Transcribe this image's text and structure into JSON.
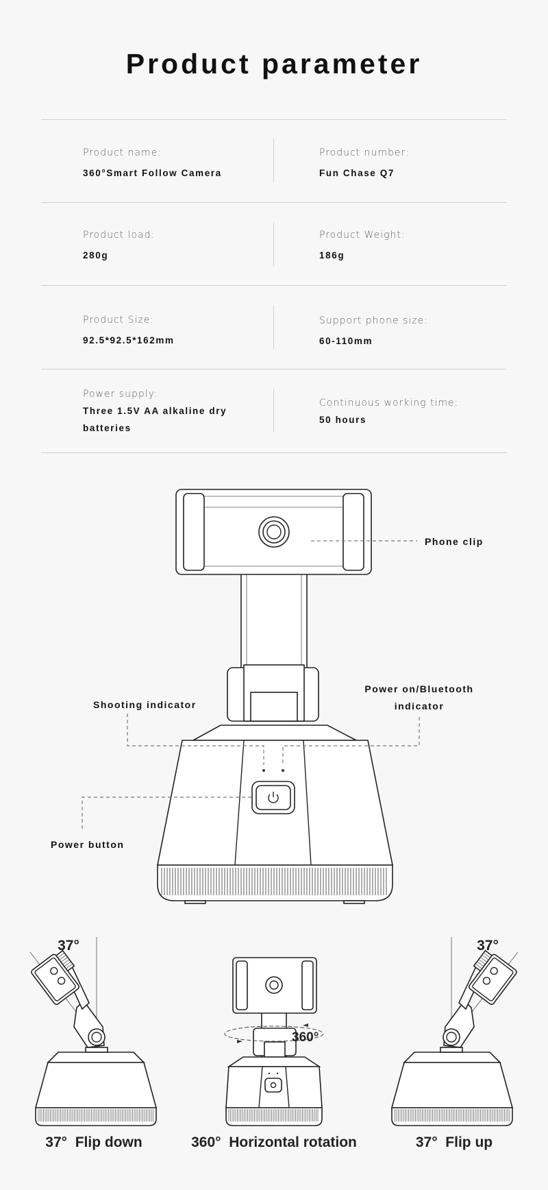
{
  "title": "Product parameter",
  "specs": [
    [
      {
        "label": "Product name:",
        "value": "360°Smart Follow Camera"
      },
      {
        "label": "Product number:",
        "value": "Fun Chase Q7"
      }
    ],
    [
      {
        "label": "Product load:",
        "value": "280g"
      },
      {
        "label": "Product Weight:",
        "value": "186g"
      }
    ],
    [
      {
        "label": "Product Size:",
        "value": "92.5*92.5*162mm"
      },
      {
        "label": "Support phone size:",
        "value": "60-110mm"
      }
    ],
    [
      {
        "label": "Power supply:",
        "value": "Three 1.5V AA alkaline dry batteries"
      },
      {
        "label": "Continuous working time:",
        "value": "50 hours"
      }
    ]
  ],
  "diagram": {
    "phone_clip": "Phone clip",
    "shooting_indicator": "Shooting indicator",
    "power_bt_line1": "Power on/Bluetooth",
    "power_bt_line2": "indicator",
    "power_button": "Power button"
  },
  "angles": {
    "flip_down_angle": "37°",
    "flip_up_angle": "37°",
    "rotation_angle": "360°",
    "flip_down_caption": "37°  Flip down",
    "rotation_caption": "360°  Horizontal rotation",
    "flip_up_caption": "37°  Flip up"
  }
}
